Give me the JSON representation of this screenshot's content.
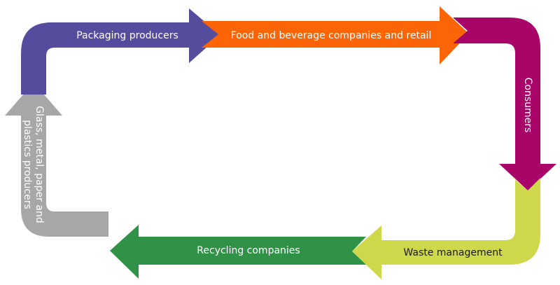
{
  "colors": {
    "packaging": "#564c9e",
    "food": "#fb6508",
    "consumers": "#a90468",
    "waste": "#cfd84a",
    "recycling": "#2f9246",
    "raw": "#a7a7a7",
    "label": "#ffffff",
    "label_dark": "#1a1a1a"
  },
  "stages": {
    "packaging": {
      "label": "Packaging producers"
    },
    "food": {
      "label": "Food and beverage companies and retail"
    },
    "consumers": {
      "label": "Consumers"
    },
    "waste": {
      "label": "Waste management"
    },
    "recycling": {
      "label": "Recycling companies"
    },
    "raw": {
      "line1": "Glass, metal, paper and",
      "line2": "plastics producers"
    }
  }
}
